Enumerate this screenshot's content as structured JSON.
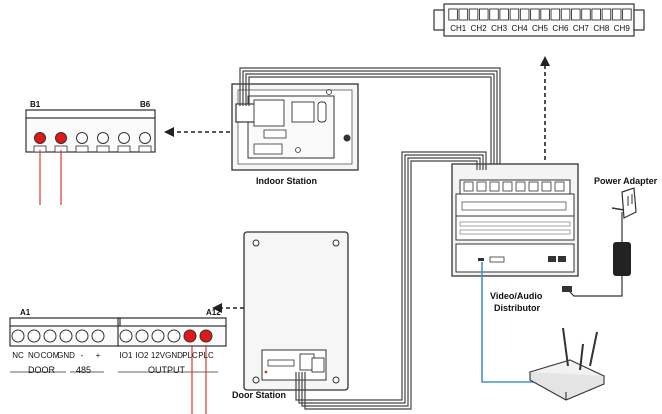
{
  "labels": {
    "indoor_station": "Indoor Station",
    "door_station": "Door Station",
    "power_adapter": "Power Adapter",
    "distributor_line1": "Video/Audio",
    "distributor_line2": "Distributor"
  },
  "indoor_terminal": {
    "left_label": "B1",
    "right_label": "B6"
  },
  "channel_terminal": {
    "channels": [
      "CH1",
      "CH2",
      "CH3",
      "CH4",
      "CH5",
      "CH6",
      "CH7",
      "CH8",
      "CH9"
    ]
  },
  "door_terminal": {
    "left_label": "A1",
    "right_label": "A12",
    "pins": [
      "NC",
      "NO",
      "COM",
      "GND",
      "-",
      "+",
      "IO1",
      "IO2",
      "12V",
      "GND",
      "PLC",
      "PLC"
    ],
    "groups": [
      "DOOR",
      "485",
      "OUTPUT"
    ]
  },
  "colors": {
    "wire": "#444444",
    "highlight": "#e01818",
    "highlight_line": "#d83a2a",
    "network": "#4a8fd0",
    "device": "#f4f4f4"
  }
}
